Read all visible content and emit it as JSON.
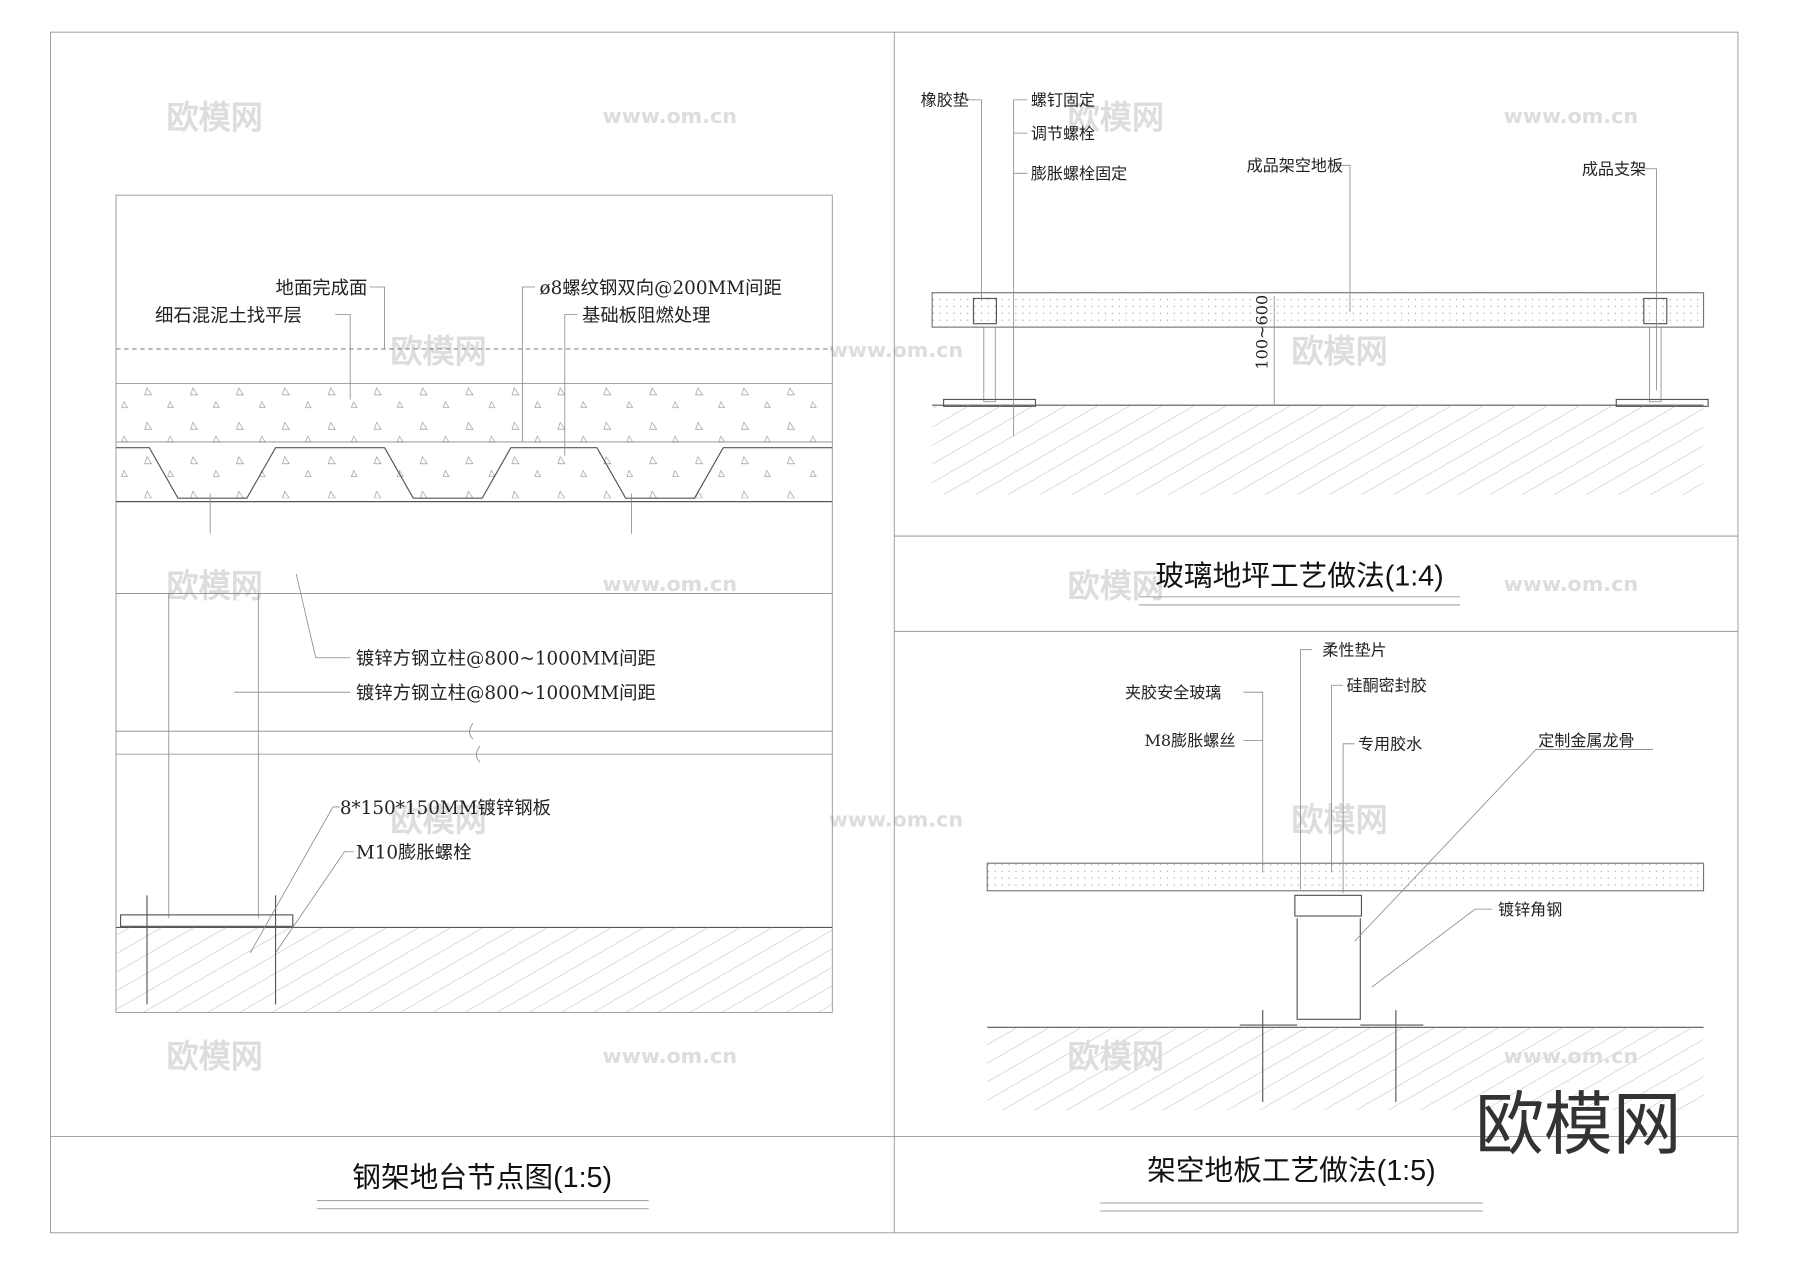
{
  "left_panel": {
    "title": "钢架地台节点图(1:5)",
    "labels": {
      "finish_surface": "地面完成面",
      "screed": "细石混泥土找平层",
      "rebar": "ø8螺纹钢双向@200MM间距",
      "base_board": "基础板阻燃处理",
      "column_1": "镀锌方钢立柱@800~1000MM间距",
      "column_2": "镀锌方钢立柱@800~1000MM间距",
      "plate": "8*150*150MM镀锌钢板",
      "bolt": "M10膨胀螺栓"
    }
  },
  "top_right_panel": {
    "title": "玻璃地坪工艺做法(1:4)",
    "labels": {
      "rubber_pad": "橡胶垫",
      "screw": "螺钉固定",
      "adjust_bolt": "调节螺栓",
      "expansion_bolt": "膨胀螺栓固定",
      "floor_panel": "成品架空地板",
      "bracket": "成品支架",
      "dimension": "100~600"
    }
  },
  "bottom_right_panel": {
    "title": "架空地板工艺做法(1:5)",
    "labels": {
      "flex_gasket": "柔性垫片",
      "laminated_glass": "夹胶安全玻璃",
      "silicone": "硅酮密封胶",
      "m8_bolt": "M8膨胀螺丝",
      "glue": "专用胶水",
      "metal_keel": "定制金属龙骨",
      "angle_steel": "镀锌角钢"
    }
  },
  "watermark": {
    "logo": "欧模网",
    "url": "www.om.cn"
  }
}
